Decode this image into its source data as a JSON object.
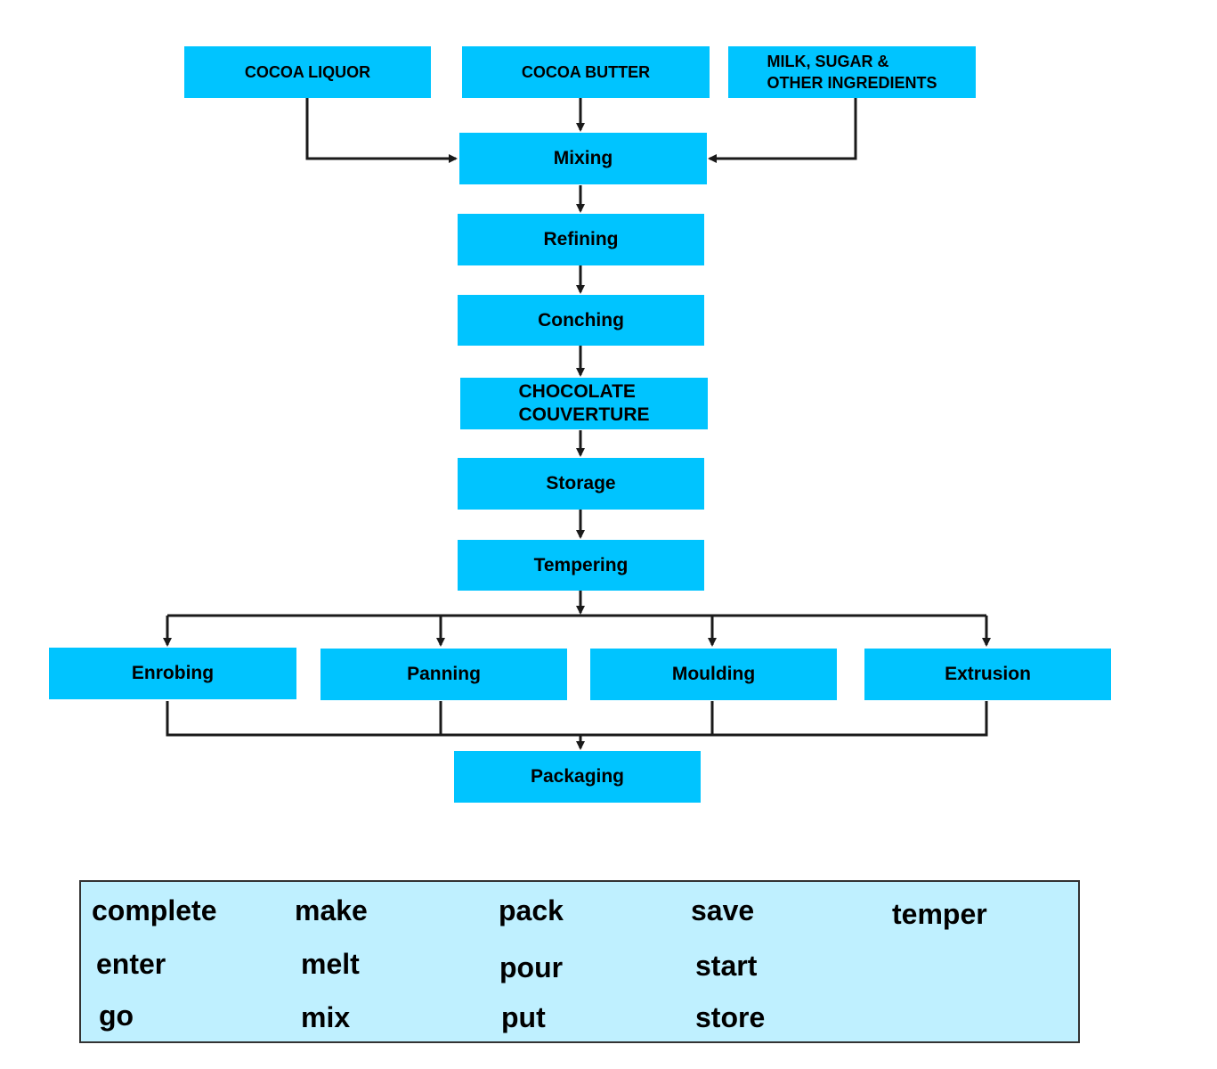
{
  "inputs": {
    "cocoa_liquor": "COCOA LIQUOR",
    "cocoa_butter": "COCOA BUTTER",
    "milk_sugar_line1": "MILK, SUGAR &",
    "milk_sugar_line2": "OTHER INGREDIENTS"
  },
  "steps": {
    "mixing": "Mixing",
    "refining": "Refining",
    "conching": "Conching",
    "couverture_line1": "CHOCOLATE",
    "couverture_line2": "COUVERTURE",
    "storage": "Storage",
    "tempering": "Tempering",
    "enrobing": "Enrobing",
    "panning": "Panning",
    "moulding": "Moulding",
    "extrusion": "Extrusion",
    "packaging": "Packaging"
  },
  "word_bank": {
    "col1": [
      "complete",
      "enter",
      "go"
    ],
    "col2": [
      "make",
      "melt",
      "mix"
    ],
    "col3": [
      "pack",
      "pour",
      "put"
    ],
    "col4": [
      "save",
      "start",
      "store"
    ],
    "col5": [
      "temper"
    ]
  },
  "colors": {
    "box_fill": "#00c4ff",
    "word_bank_fill": "#bff0ff",
    "line": "#1a1a1a"
  }
}
